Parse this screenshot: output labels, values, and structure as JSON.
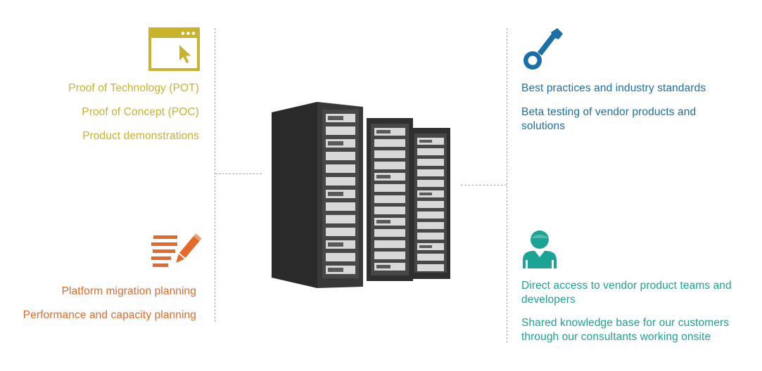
{
  "colors": {
    "testing": "#c9b22c",
    "planning": "#e46a2a",
    "standards": "#1b6fa8",
    "collaboration": "#1ba394",
    "rack": "#3c3c3c"
  },
  "top_left": {
    "icon": "browser-cursor-icon",
    "items": [
      "Proof of Technology (POT)",
      "Proof of Concept (POC)",
      "Product demonstrations"
    ]
  },
  "bottom_left": {
    "icon": "pencil-list-icon",
    "items": [
      "Platform migration planning",
      "Performance and capacity planning"
    ]
  },
  "top_right": {
    "icon": "key-icon",
    "items": [
      "Best practices and industry standards",
      "Beta testing of vendor products and solutions"
    ]
  },
  "bottom_right": {
    "icon": "person-icon",
    "items": [
      "Direct access to vendor product teams and developers",
      "Shared knowledge base for our customers through our consultants working onsite"
    ]
  },
  "center": {
    "icon": "server-rack-icon"
  }
}
